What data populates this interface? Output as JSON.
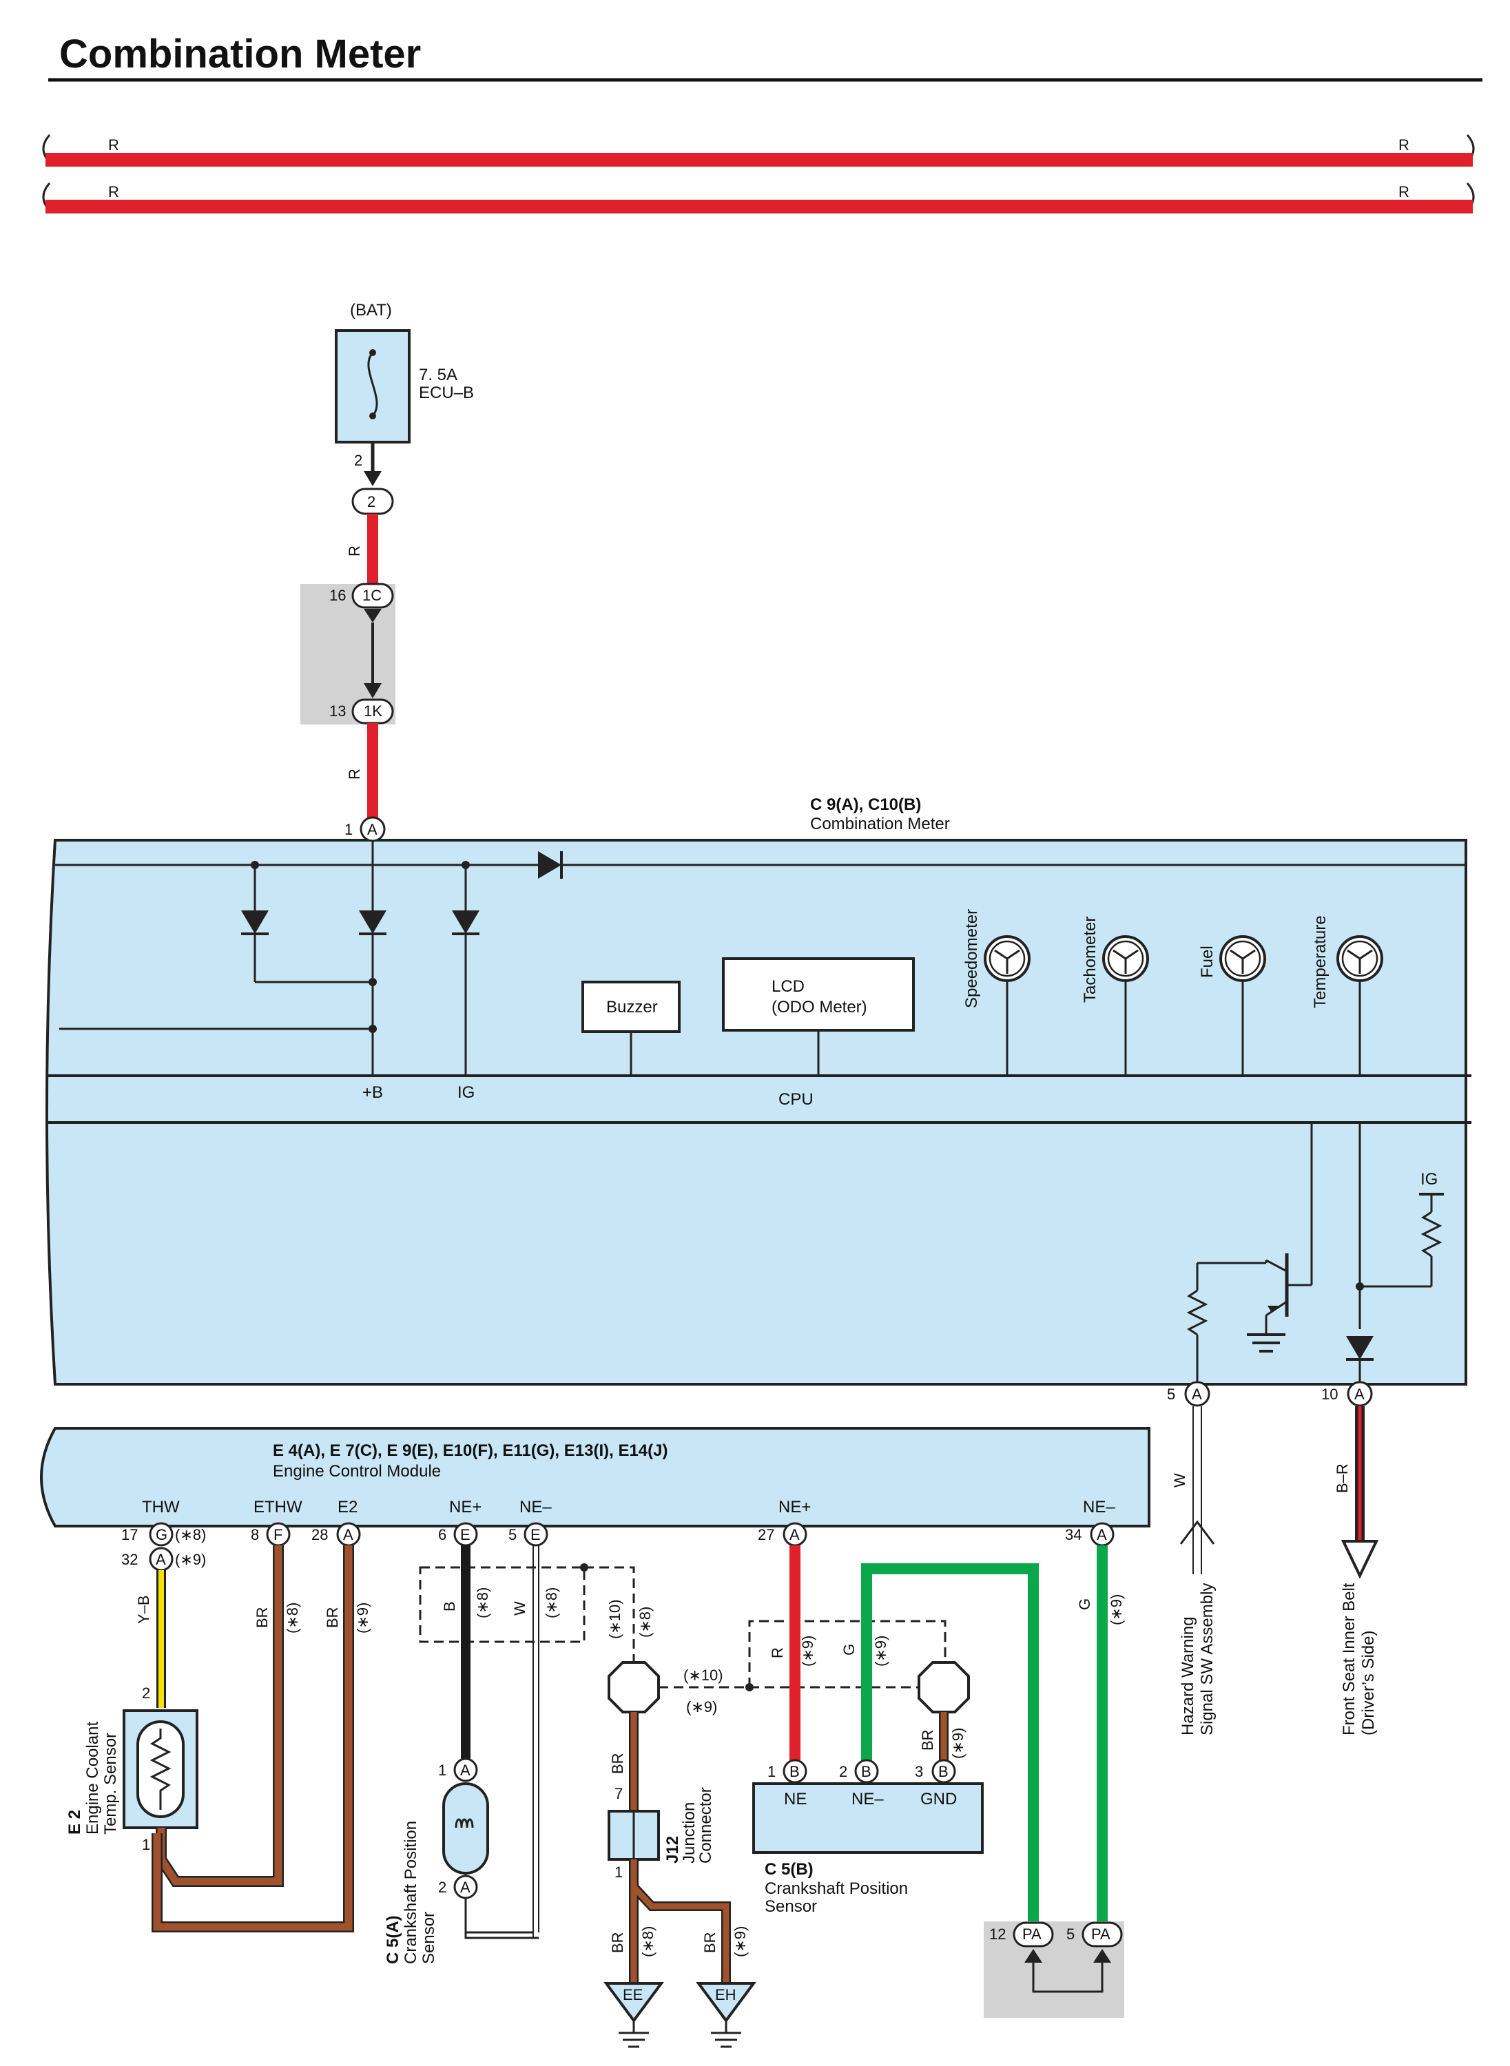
{
  "title": "Combination Meter",
  "bus": {
    "wire_top_left": "R",
    "wire_top_right": "R",
    "wire_bot_left": "R",
    "wire_bot_right": "R"
  },
  "fuse": {
    "source": "(BAT)",
    "rating": "7. 5A",
    "name": "ECU–B",
    "pin": "2",
    "connector": "2"
  },
  "wires": {
    "r1": "R",
    "r2": "R",
    "w": "W",
    "br": "B–R",
    "yb": "Y–B",
    "br_a": "BR",
    "br_b": "BR",
    "blk": "B",
    "wht": "W",
    "br_j": "BR",
    "r_c": "R",
    "g_c": "G",
    "br_c": "BR",
    "g_m": "G",
    "br_ee": "BR",
    "br_eh": "BR"
  },
  "jb": {
    "pin_a": "16",
    "conn_a": "1C",
    "pin_b": "13",
    "conn_b": "1K"
  },
  "meter": {
    "id": "C 9(A), C10(B)",
    "name": "Combination Meter",
    "pin_in": "1",
    "conn_in": "A",
    "buzzer": "Buzzer",
    "lcd_1": "LCD",
    "lcd_2": "(ODO Meter)",
    "g1": "Speedometer",
    "g2": "Tachometer",
    "g3": "Fuel",
    "g4": "Temperature",
    "plusb": "+B",
    "ig": "IG",
    "cpu": "CPU",
    "ig2": "IG",
    "pin_5": "5",
    "conn_5": "A",
    "pin_10": "10",
    "conn_10": "A"
  },
  "ecm": {
    "id": "E 4(A), E 7(C), E 9(E), E10(F), E11(G), E13(I), E14(J)",
    "name": "Engine Control Module",
    "thw": "THW",
    "ethw": "ETHW",
    "e2": "E2",
    "nep1": "NE+",
    "nem1": "NE–",
    "nep2": "NE+",
    "nem2": "NE–",
    "p17": "17",
    "c17": "G",
    "p32": "32",
    "c32": "A",
    "p8": "8",
    "c8": "F",
    "p28": "28",
    "c28": "A",
    "p6": "6",
    "c6": "E",
    "p5": "5",
    "c5": "E",
    "p27": "27",
    "c27": "A",
    "p34": "34",
    "c34": "A"
  },
  "notes": {
    "n8": "(∗8)",
    "n9": "(∗9)",
    "n10": "(∗10)"
  },
  "sensor_e2": {
    "id": "E 2",
    "l1": "Engine Coolant",
    "l2": "Temp.  Sensor",
    "p2": "2",
    "p1": "1"
  },
  "sensor_c5a": {
    "id": "C 5(A)",
    "l1": "Crankshaft Position",
    "l2": "Sensor",
    "p1": "1",
    "c1": "A",
    "p2": "2",
    "c2": "A"
  },
  "junction": {
    "id": "J12",
    "l1": "Junction",
    "l2": "Connector",
    "p7": "7",
    "p1": "1"
  },
  "sensor_c5b": {
    "id": "C 5(B)",
    "l1": "Crankshaft Position",
    "l2": "Sensor",
    "p1": "1",
    "c1": "B",
    "p2": "2",
    "c2": "B",
    "p3": "3",
    "c3": "B",
    "ne": "NE",
    "nem": "NE–",
    "gnd": "GND"
  },
  "pa": {
    "p12": "12",
    "c12": "PA",
    "p5": "5",
    "c5": "PA"
  },
  "ground": {
    "ee": "EE",
    "eh": "EH"
  },
  "dest": {
    "hz1": "Hazard Warning",
    "hz2": "Signal SW Assembly",
    "fs1": "Front Seat Inner Belt",
    "fs2": "(Driver’s Side)"
  },
  "colors": {
    "red": "#e0202a",
    "green": "#0aa84a",
    "brown": "#a0522d",
    "yellow": "#f5e00c",
    "black": "#1a1a1a",
    "blue_fill": "#c8e6f5",
    "gray": "#d2d2d2"
  }
}
